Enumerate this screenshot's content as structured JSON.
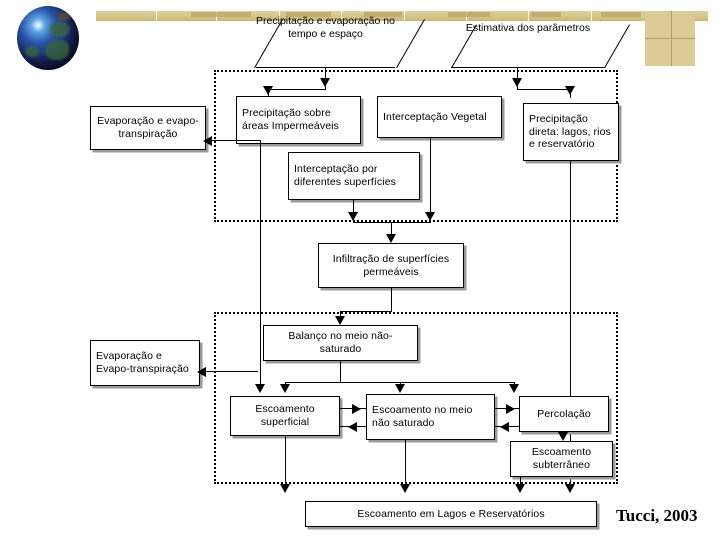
{
  "slide": {
    "citation": "Tucci, 2003",
    "globe_icon": "globe-icon",
    "accent_color": "#d8c78f",
    "line_color": "#000000"
  },
  "callouts": [
    {
      "id": "precip-evap-tempo-espaco",
      "text": "Precipitação e evaporação no tempo e espaço"
    },
    {
      "id": "estimativa-parametros",
      "text": "Estimativa dos parâmetros"
    }
  ],
  "boxes": {
    "evaporacao_topo": "Evaporação e evapo-transpiração",
    "precip_areas_imperm": "Precipitação sobre áreas Impermeáveis",
    "intercepcao_vegetal": "Interceptação Vegetal",
    "precip_direta": "Precipitação direta: lagos, rios e reservatório",
    "intercepcao_superficies": "Interceptação por diferentes superfícies",
    "infiltracao": "Infiltração de superfícies permeáveis",
    "balanco_meio": "Balanço no meio não-saturado",
    "evaporacao_baixo": "Evaporação e Evapo-transpiração",
    "escoamento_superficial": "Escoamento superficial",
    "escoamento_meio_nao_sat": "Escoamento no meio não saturado",
    "percolacao": "Percolação",
    "escoamento_subterraneo": "Escoamento subterrâneo",
    "escoamento_lagos": "Escoamento em Lagos e Reservatórios"
  },
  "groups": [
    {
      "id": "grupo-superficie",
      "label": ""
    },
    {
      "id": "grupo-subsuperficie",
      "label": ""
    }
  ]
}
